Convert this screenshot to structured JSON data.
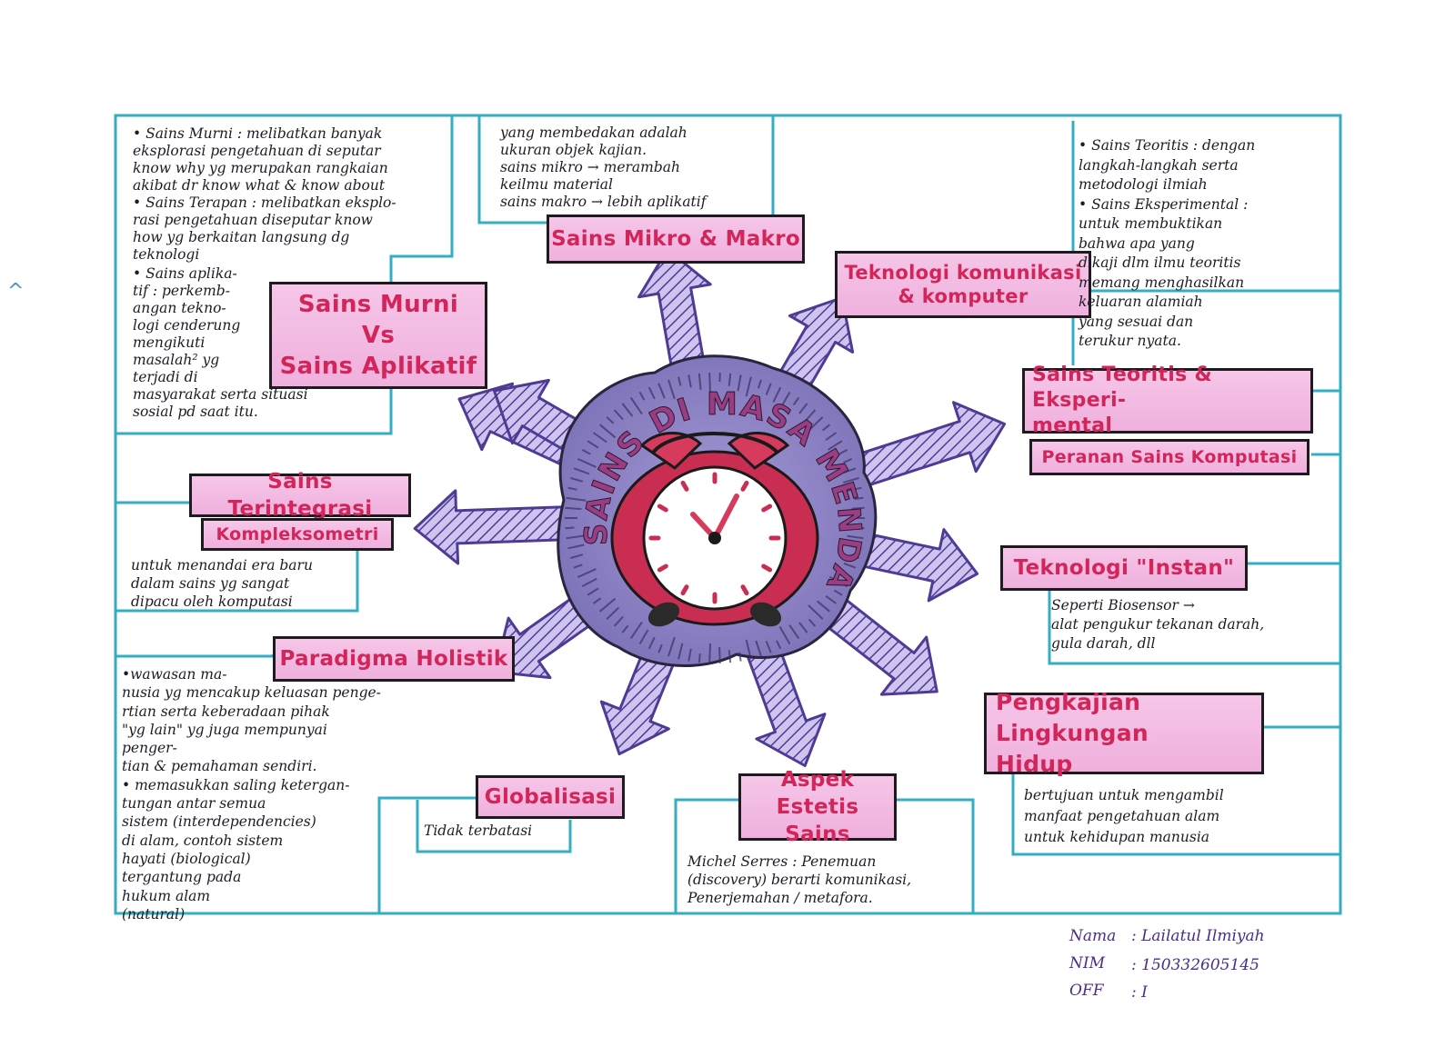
{
  "colors": {
    "frame": "#33aec3",
    "title_text": "#d2265a",
    "title_fill": "#f2b8e0",
    "arrow_fill": "#b7a8e0",
    "arrow_stroke": "#4f3a94",
    "blob": "#8f86c6",
    "clock_red": "#d63a5c",
    "signature": "#4b2c8c"
  },
  "center": {
    "title": "SAINS DI MASA MENDATANG",
    "icon": "alarm-clock-icon"
  },
  "titles": {
    "murni_vs_aplikatif": "Sains Murni\nVs\nSains Aplikatif",
    "mikro_makro": "Sains Mikro & Makro",
    "teknologi_komunikasi": "Teknologi komunikasi\n& komputer",
    "teoritis_eksperimental": "Sains Teoritis & Eksperi-\nmental",
    "peranan_komputasi": "Peranan Sains Komputasi",
    "terintegrasi": "Sains Terintegrasi",
    "kompleksometri": "Kompleksometri",
    "teknologi_instan": "Teknologi \"Instan\"",
    "paradigma_holistik": "Paradigma Holistik",
    "pengkajian_lingkungan": "Pengkajian Lingkungan\nHidup",
    "globalisasi": "Globalisasi",
    "aspek_estetis": "Aspek Estetis\nSains"
  },
  "notes": {
    "murni_top": "• Sains Murni : melibatkan banyak\n  eksplorasi pengetahuan di seputar\n  know why yg merupakan rangkaian\n  akibat dr know what & know about\n• Sains Terapan : melibatkan eksplo-\n  rasi pengetahuan diseputar know\n  how yg berkaitan langsung dg\n  teknologi",
    "murni_aplikasi": "• Sains aplika-\n  tif : perkemb-\n  angan tekno-\n  logi cenderung\n  mengikuti\n  masalah² yg\n  terjadi di",
    "murni_bottom": "  masyarakat serta situasi\n  sosial pd saat itu.",
    "mikro_makro": "yang membedakan adalah\nukuran objek kajian.\nsains mikro → merambah\nkeilmu material\nsains makro → lebih aplikatif",
    "teoritis": "• Sains Teoritis : dengan\n  langkah-langkah serta\n  metodologi ilmiah\n• Sains Eksperimental :\n      untuk membuktikan\n      bahwa apa yang\n      dikaji dlm ilmu teoritis\n      memang menghasilkan\n      keluaran alamiah\n      yang sesuai dan\n      terukur nyata.",
    "terintegrasi": "untuk menandai era baru\ndalam sains yg sangat\ndipacu oleh komputasi",
    "instan": "Seperti Biosensor →\n  alat pengukur tekanan darah,\n  gula darah, dll",
    "holistik": "•wawasan ma-\n nusia yg mencakup keluasan penge-\n rtian serta keberadaan pihak\n \"yg lain\" yg juga mempunyai penger-\n tian & pemahaman sendiri.\n• memasukkan saling ketergan-\n  tungan antar semua\n  sistem (interdependencies)\n  di alam, contoh sistem\n  hayati (biological)\n  tergantung pada\n  hukum alam\n  (natural)",
    "globalisasi": "Tidak terbatasi",
    "estetis": "Michel Serres : Penemuan\n(discovery) berarti komunikasi,\nPenerjemahan / metafora.",
    "lingkungan": "bertujuan untuk mengambil\nmanfaat pengetahuan alam\nuntuk kehidupan manusia"
  },
  "signature": {
    "name_label": "Nama",
    "name_value": ": Lailatul Ilmiyah",
    "nim_label": "NIM",
    "nim_value": ": 150332605145",
    "off_label": "OFF",
    "off_value": ": I"
  },
  "margin_mark": "^"
}
